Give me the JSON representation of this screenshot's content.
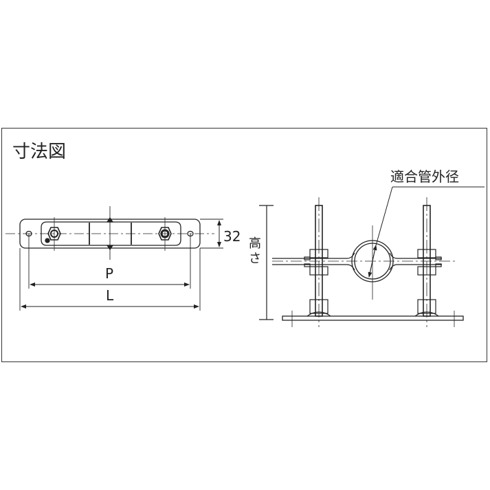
{
  "title": "寸法図",
  "plan_view": {
    "dimension_height": "32",
    "dimension_pitch": "P",
    "dimension_length": "L"
  },
  "side_view": {
    "height_label": "高さ",
    "pipe_od_label": "適合管外径"
  },
  "colors": {
    "line": "#222222",
    "background": "#ffffff"
  }
}
